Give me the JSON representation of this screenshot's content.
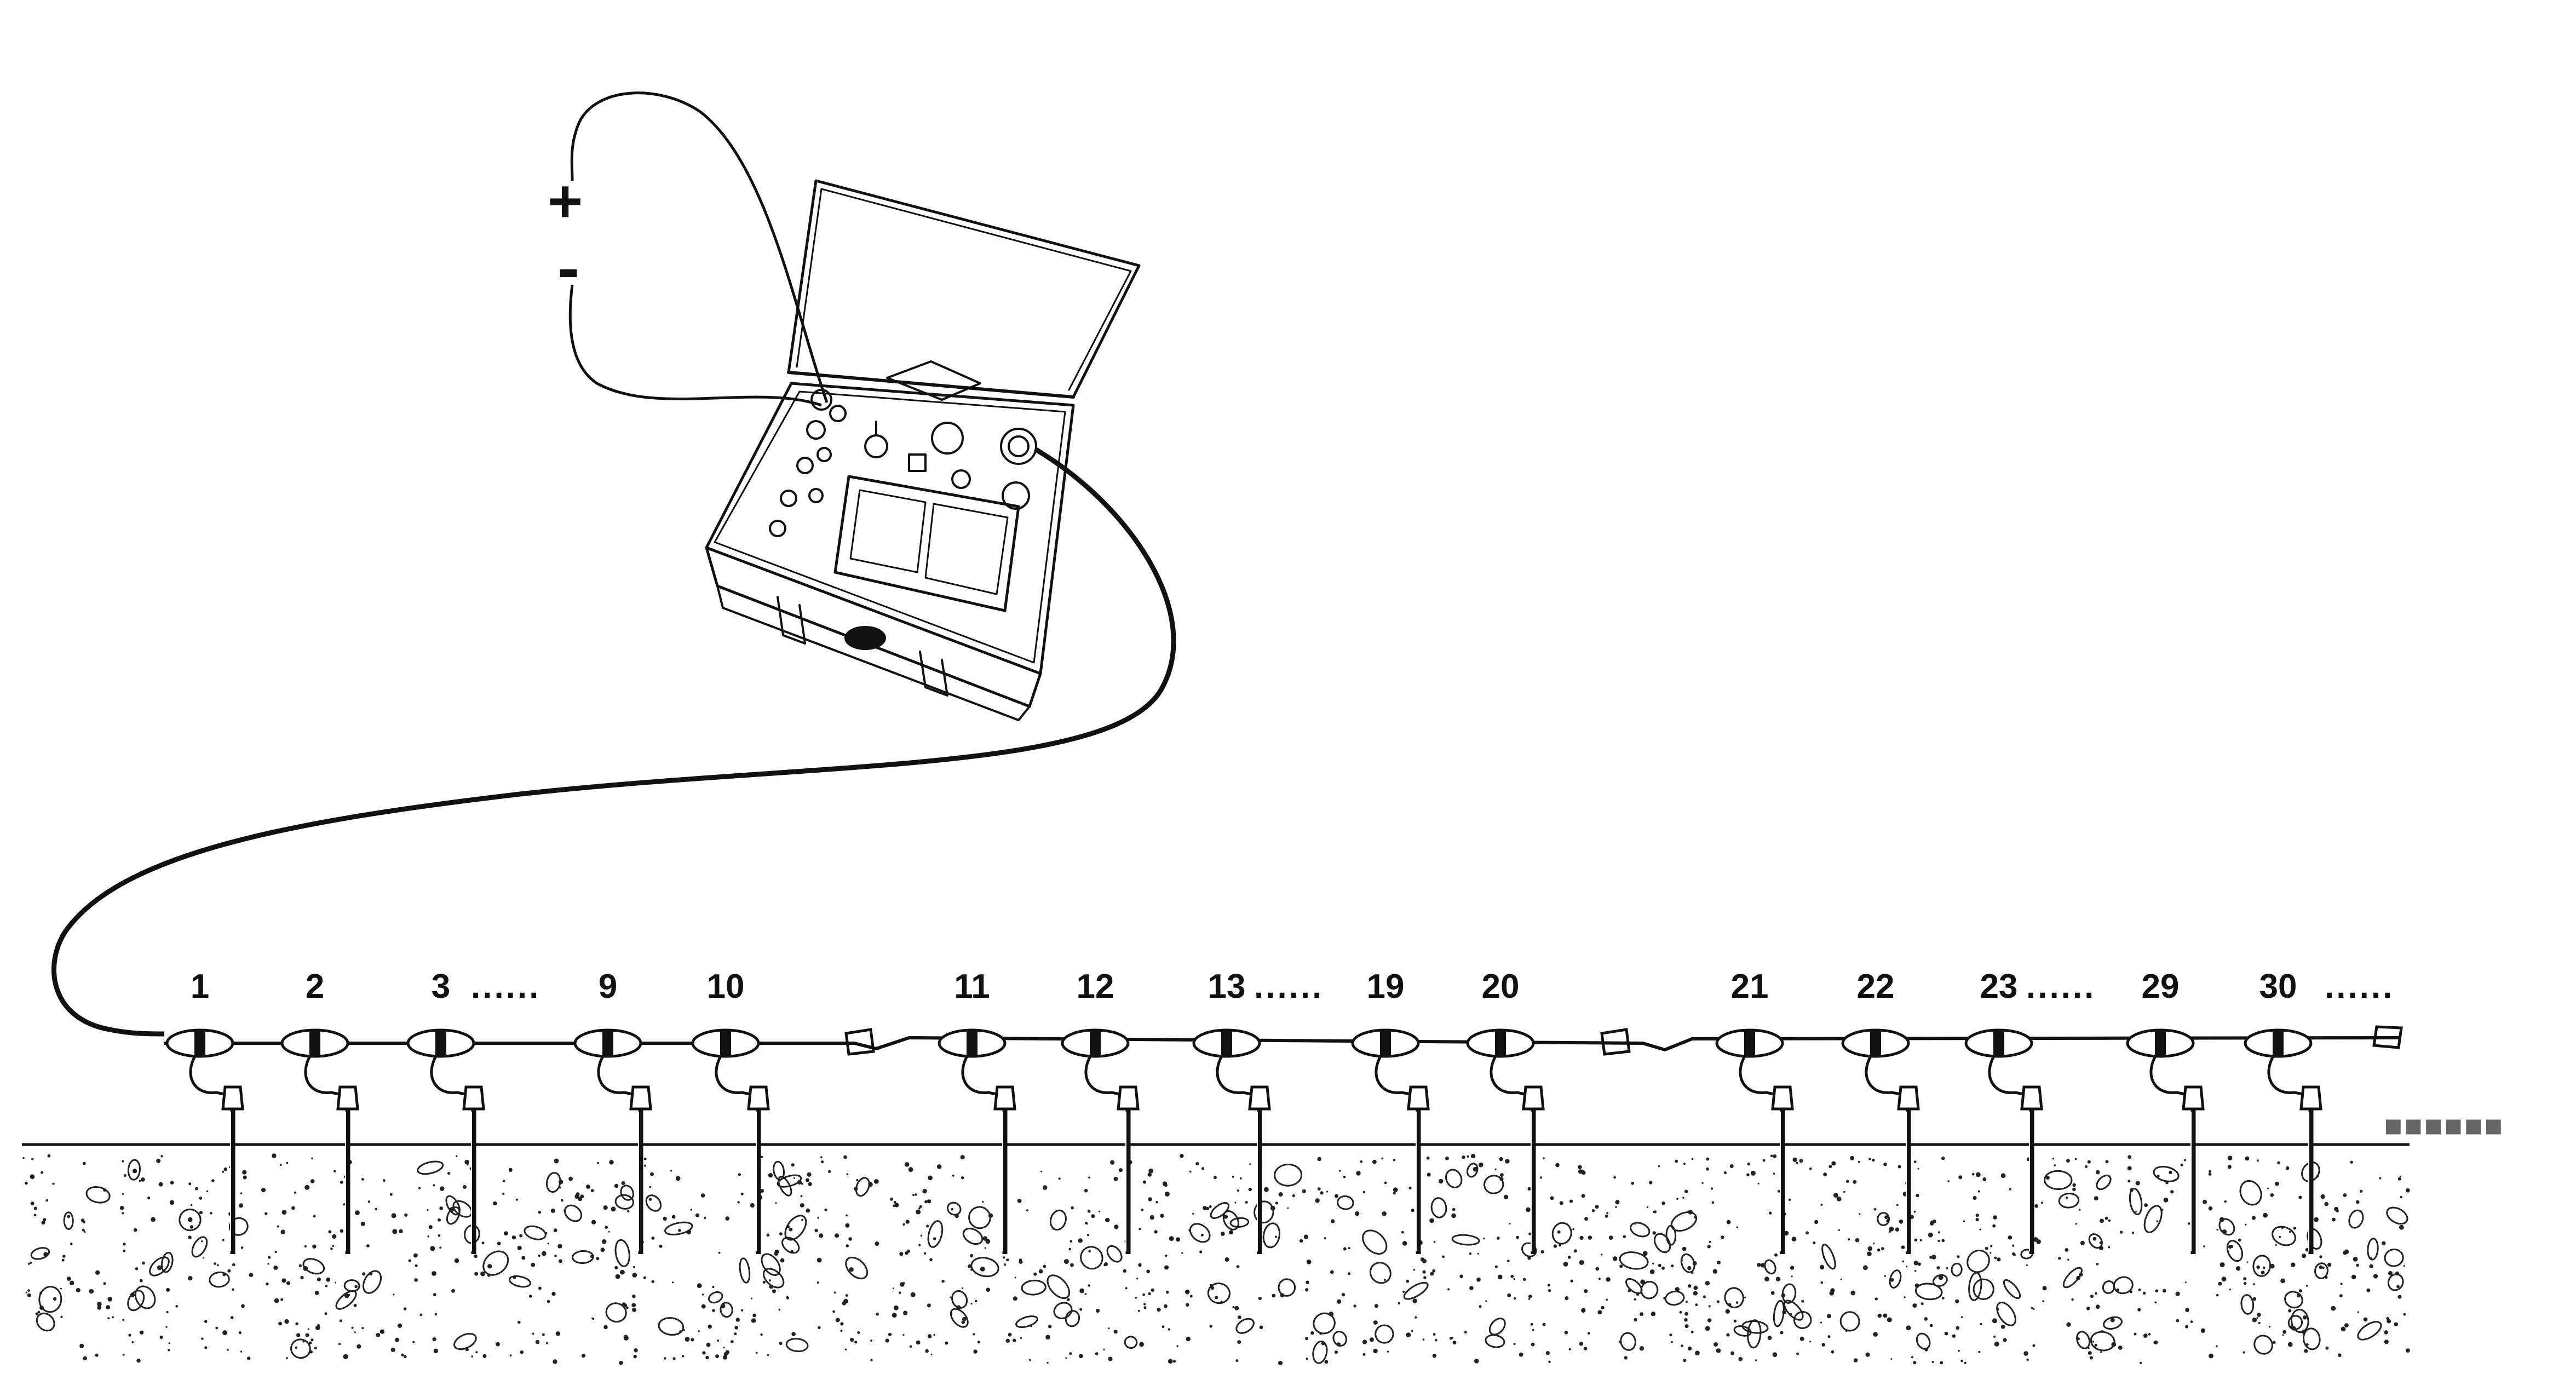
{
  "power": {
    "plus": "+",
    "minus": "-"
  },
  "electrodes": [
    "1",
    "2",
    "3",
    "9",
    "10",
    "11",
    "12",
    "13",
    "19",
    "20",
    "21",
    "22",
    "23",
    "29",
    "30"
  ],
  "ellipses": [
    "......",
    "......",
    "......",
    "......"
  ],
  "continuation_marker": "▪▪▪▪▪▪",
  "colors": {
    "ink": "#111111",
    "marker": "#666666",
    "background": "#ffffff"
  }
}
